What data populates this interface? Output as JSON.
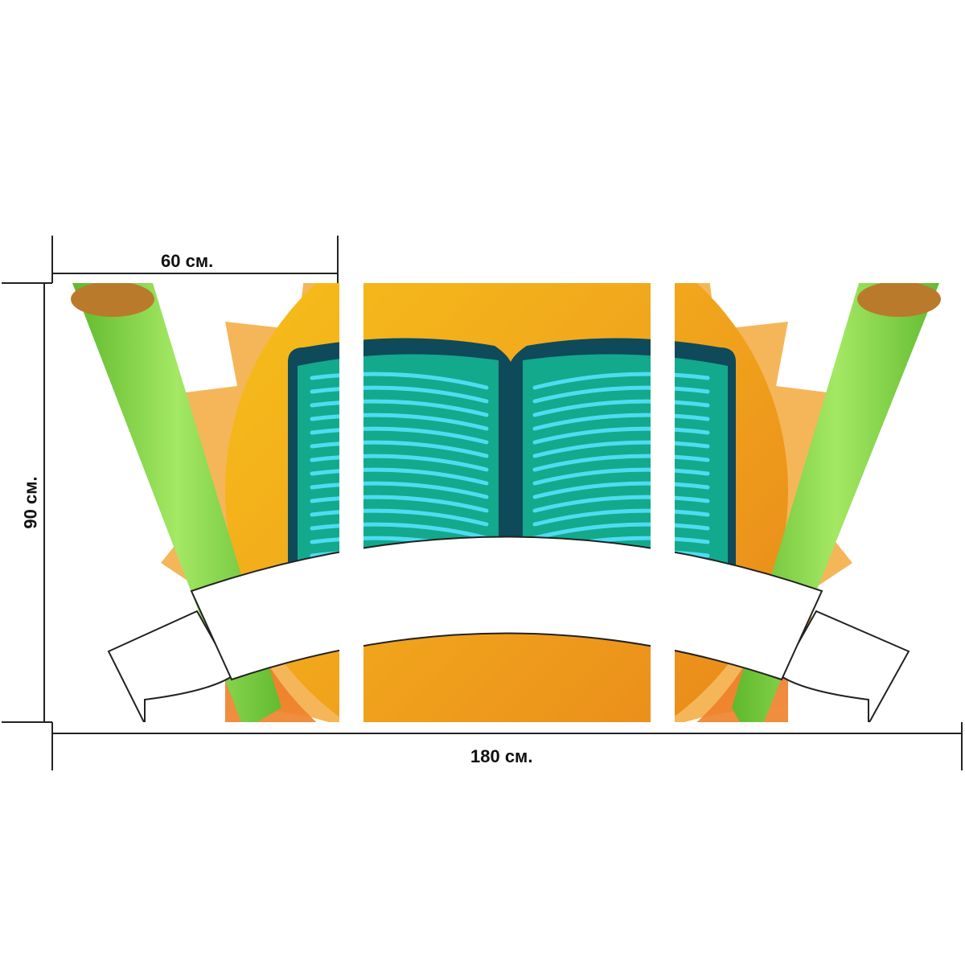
{
  "dimensions": {
    "panel_width": "60 см.",
    "height": "90 см.",
    "total_width": "180 см."
  },
  "panels_count": 3,
  "colors": {
    "pencil_green": "#7cd44a",
    "sun_orange": "#f2a53a",
    "sun_inner": "#f5b820",
    "book_outline": "#0e4a5a",
    "book_page": "#13a98c",
    "book_lines": "#4fdcf2",
    "banner": "#ffffff"
  }
}
